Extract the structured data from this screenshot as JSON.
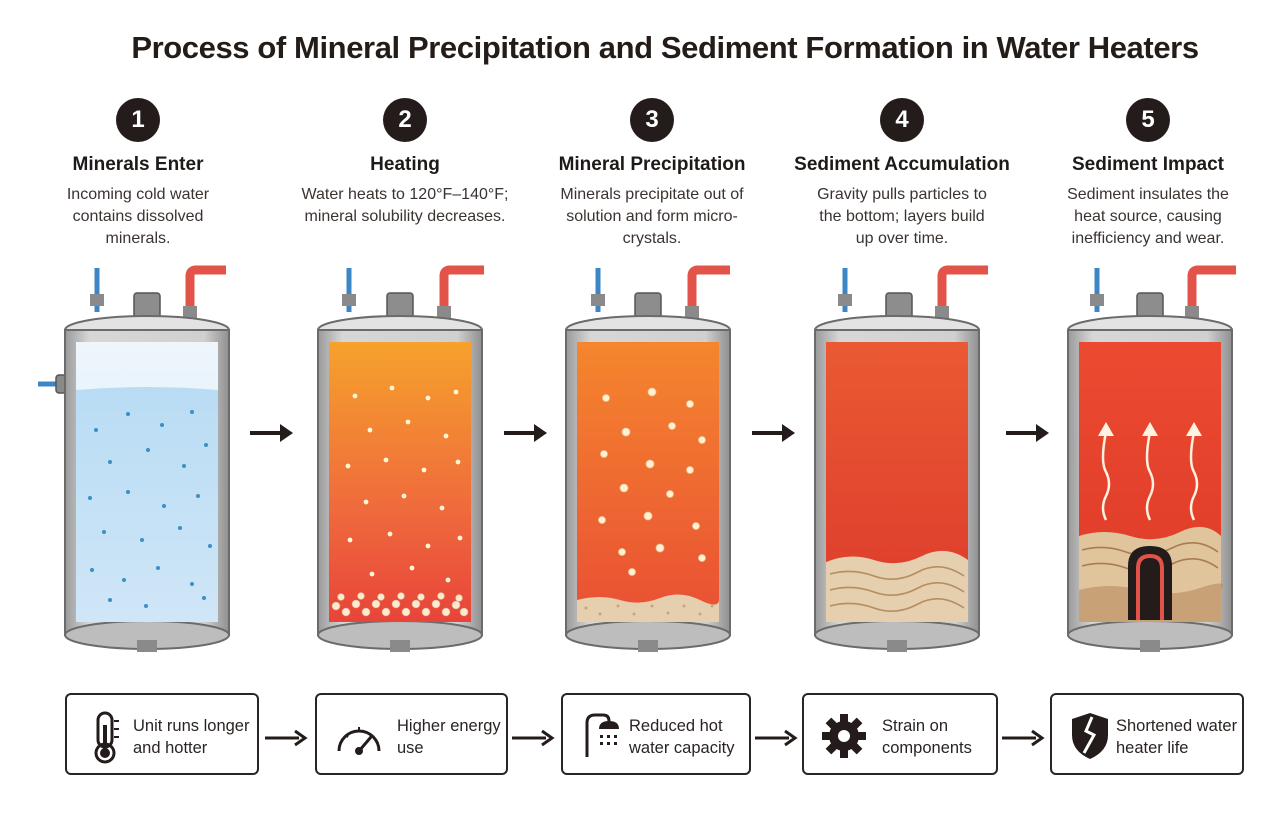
{
  "title": "Process of Mineral Precipitation and Sediment Formation in Water Heaters",
  "steps": [
    {
      "number": "1",
      "title": "Minerals Enter",
      "description": "Incoming cold water contains dissolved minerals."
    },
    {
      "number": "2",
      "title": "Heating",
      "description": "Water heats to 120°F–140°F; mineral solubility decreases."
    },
    {
      "number": "3",
      "title": "Mineral Precipitation",
      "description": "Minerals precipitate out of solution and form micro-crystals."
    },
    {
      "number": "4",
      "title": "Sediment Accumulation",
      "description": "Gravity pulls particles to the bottom; layers build up over time."
    },
    {
      "number": "5",
      "title": "Sediment Impact",
      "description": "Sediment insulates the heat source, causing inefficiency and wear."
    }
  ],
  "impacts": [
    {
      "icon": "thermometer-icon",
      "label_line1": "Unit runs longer",
      "label_line2": "and hotter"
    },
    {
      "icon": "gauge-icon",
      "label_line1": "Higher energy",
      "label_line2": "use"
    },
    {
      "icon": "shower-icon",
      "label_line1": "Reduced hot",
      "label_line2": "water capacity"
    },
    {
      "icon": "gear-icon",
      "label_line1": "Strain on",
      "label_line2": "components"
    },
    {
      "icon": "broken-shield-icon",
      "label_line1": "Shortened water",
      "label_line2": "heater life"
    }
  ],
  "colors": {
    "cold_water": "#c7e3f6",
    "hot_water_top": "#f5a02a",
    "hot_water_bottom": "#e8443a",
    "hot_pipe": "#e2534a",
    "cold_pipe": "#3d86c6",
    "sediment": "#e6cfae",
    "dark": "#231c1a"
  }
}
